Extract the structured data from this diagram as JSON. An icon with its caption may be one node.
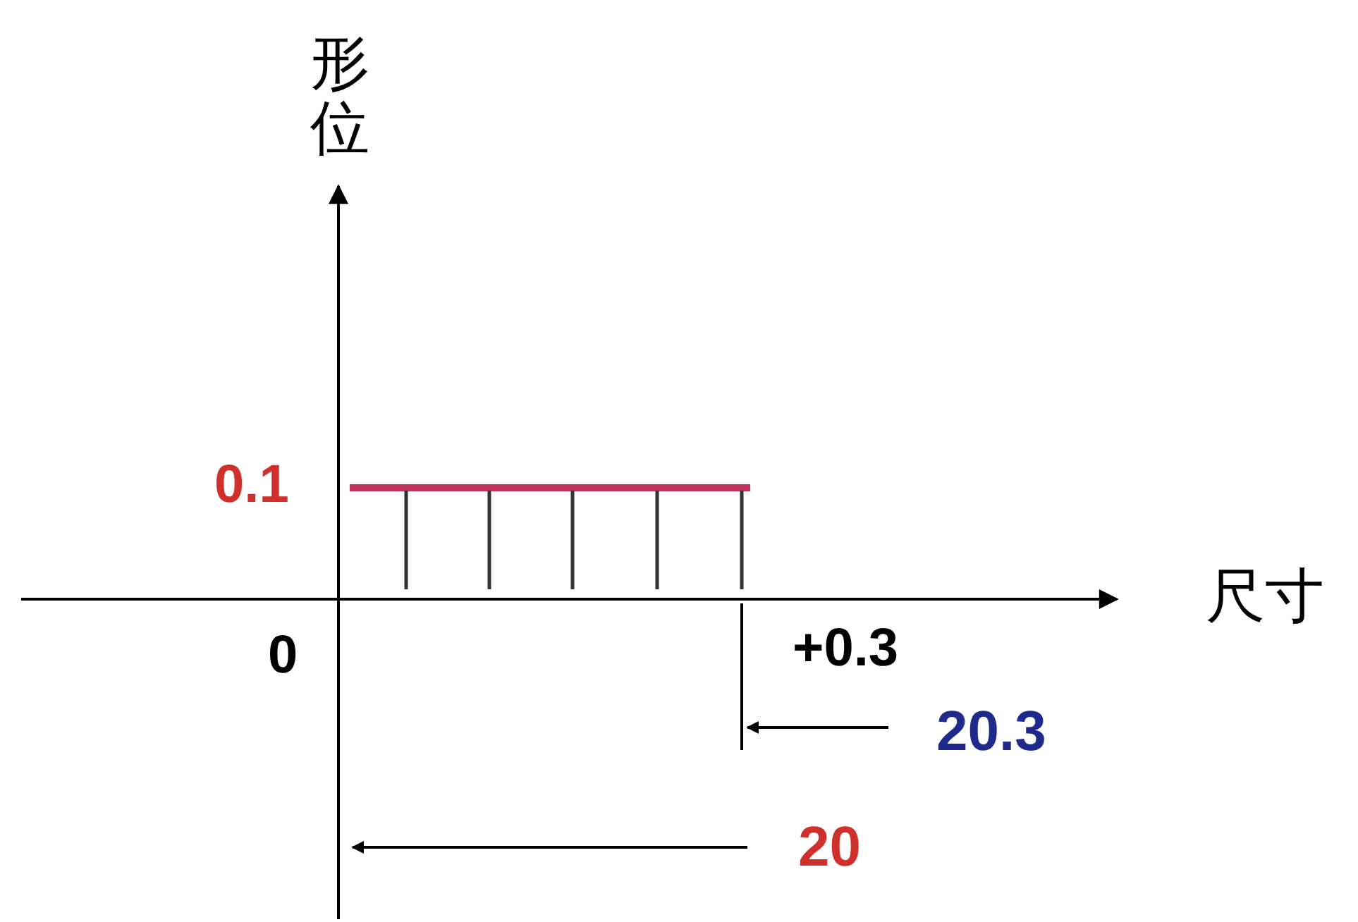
{
  "diagram": {
    "labels": [
      "形位",
      "0.1",
      "尺寸",
      "0",
      "+0.3",
      "20.3",
      "20"
    ]
  }
}
